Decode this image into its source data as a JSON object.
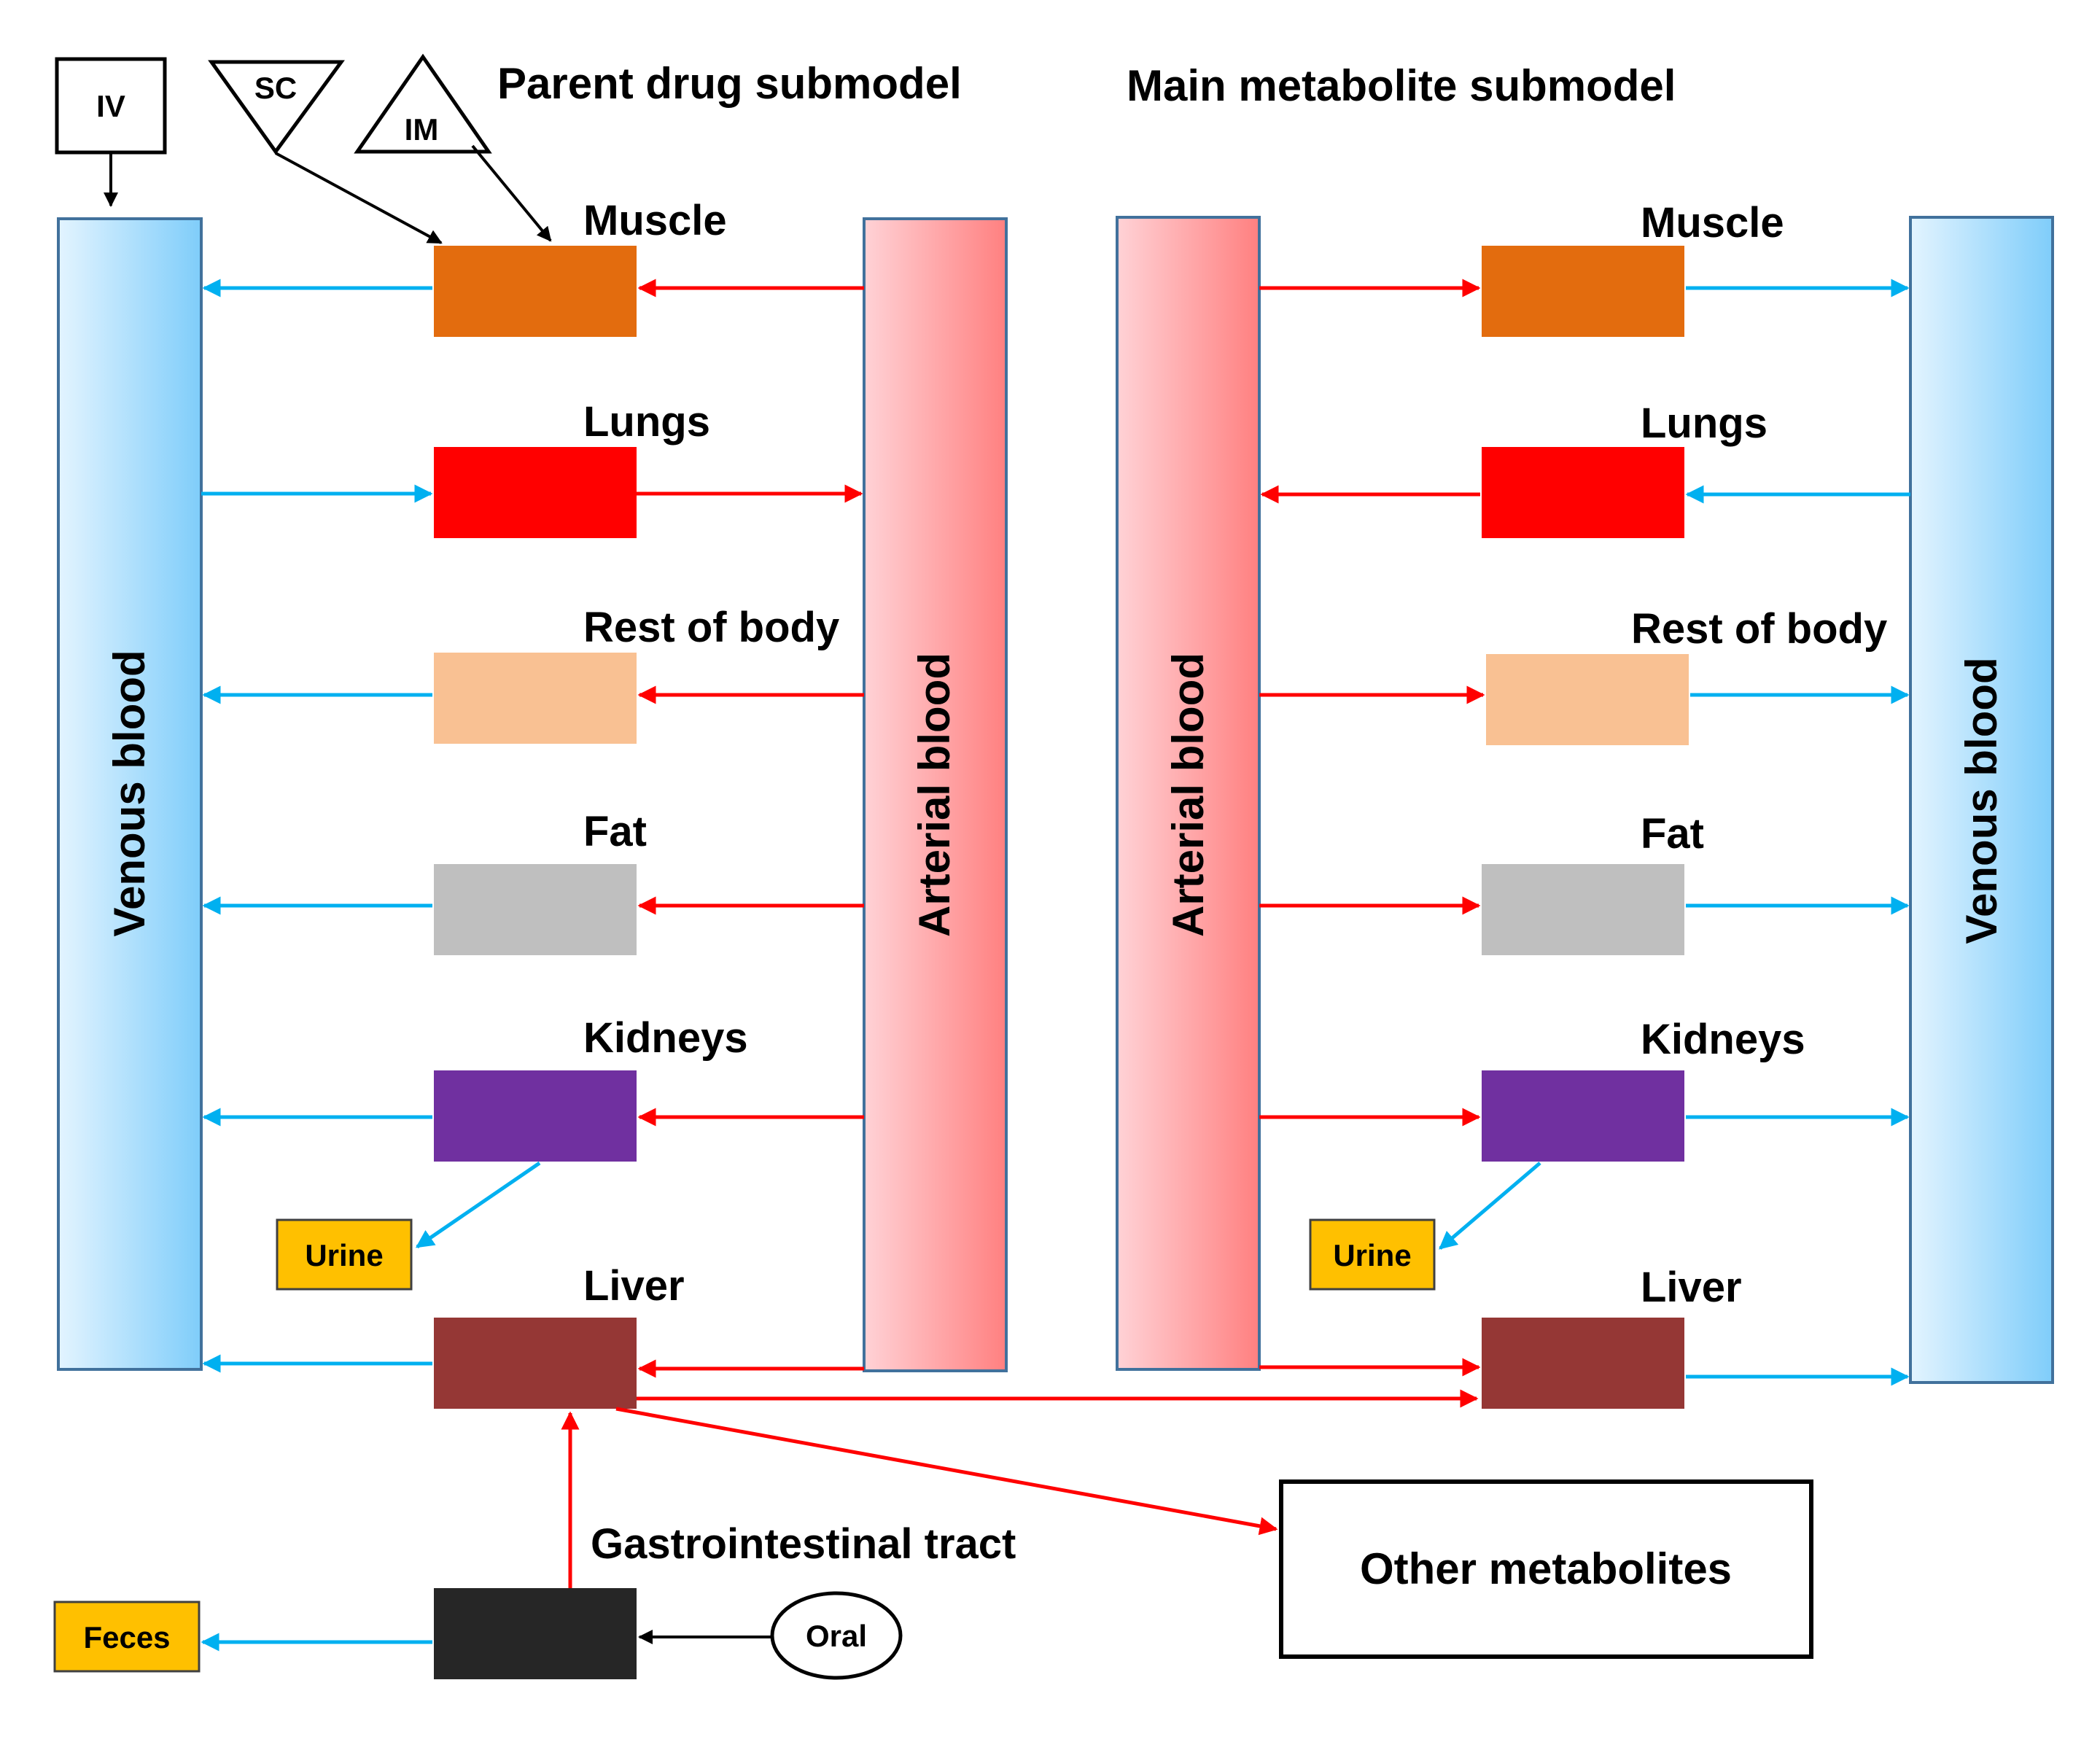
{
  "headers": {
    "parent": "Parent drug submodel",
    "metabolite": "Main metabolite submodel"
  },
  "dosing": {
    "iv": "IV",
    "sc": "SC",
    "im": "IM",
    "oral": "Oral"
  },
  "blood": {
    "venous": "Venous blood",
    "arterial": "Arterial blood"
  },
  "organs": {
    "muscle": "Muscle",
    "lungs": "Lungs",
    "rest": "Rest of body",
    "fat": "Fat",
    "kidneys": "Kidneys",
    "liver": "Liver"
  },
  "excretion": {
    "urine": "Urine",
    "feces": "Feces"
  },
  "gi": "Gastrointestinal tract",
  "other_metabolites": "Other metabolites",
  "colors": {
    "muscle": "#E36C0E",
    "lungs": "#FF0000",
    "rest": "#F9C193",
    "fat": "#BFBFBF",
    "kidneys": "#7030A0",
    "liver": "#953735",
    "gi": "#262626",
    "excretion": "#FFC000",
    "venous_arrow": "#00B0F0",
    "arterial_arrow": "#FF0000"
  }
}
